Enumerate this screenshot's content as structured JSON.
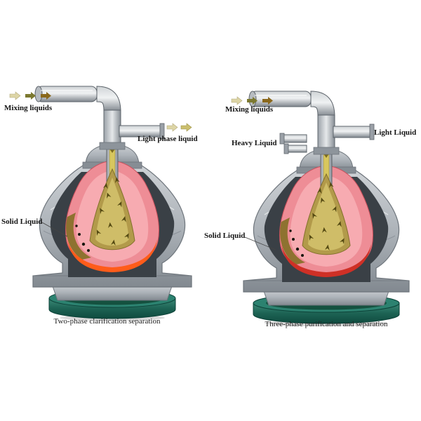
{
  "left_diagram": {
    "caption": "Two-phase clarification separation",
    "labels": {
      "mixing_liquids": "Mixing liquids",
      "light_phase_liquid": "Light phase liquid",
      "solid_liquid": "Solid Liquid"
    }
  },
  "right_diagram": {
    "caption": "Three-phase purification and separation",
    "labels": {
      "mixing_liquids": "Mixing liquids",
      "heavy_liquid": "Heavy Liquid",
      "light_liquid": "Light Liquid",
      "solid_liquid": "Solid Liquid"
    }
  },
  "colors": {
    "cut_dark": "#3a4046",
    "bowl_pink": "#ee8d96",
    "bowl_pink_light": "#f7abb1",
    "lining_orange": "#ff5c1a",
    "lining_red": "#cf3026",
    "cone_olive": "#b29a4a",
    "cone_olive_light": "#cfbd68",
    "particle_olive": "#554a12",
    "solids_brown": "#8e7230",
    "feed_channel": "#d8c75e",
    "base_teal": "#2c8270",
    "arrow_beige": "#ddd5a6",
    "arrow_olive": "#7c7930",
    "arrow_gold": "#8a681c",
    "arrow_khaki": "#cbbf6e"
  }
}
